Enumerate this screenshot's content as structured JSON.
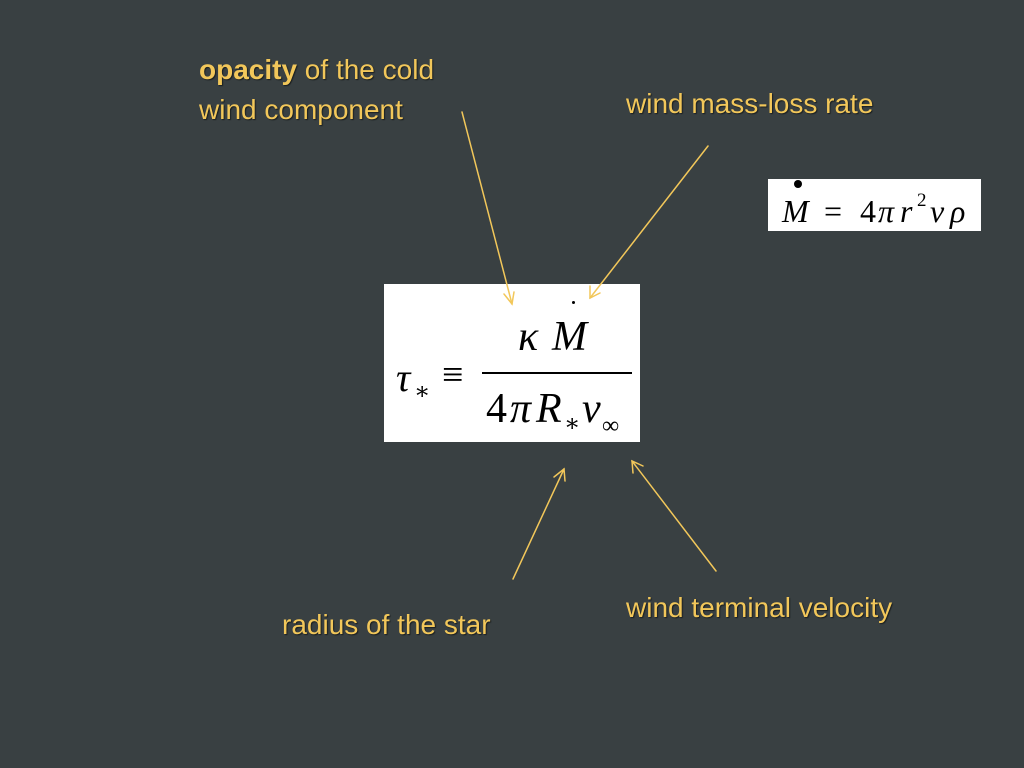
{
  "labels": {
    "opacity_bold": "opacity",
    "opacity_rest": " of the cold",
    "opacity_line2": "wind component",
    "mass_loss": "wind mass-loss rate",
    "radius": "radius of the star",
    "terminal_velocity": "wind terminal velocity"
  },
  "mass_loss_formula": {
    "lhs": "M",
    "equals": "=",
    "coeff": "4",
    "pi": "π",
    "r": "r",
    "exp": "2",
    "v": "v",
    "rho": "ρ"
  },
  "optical_depth_formula": {
    "tau": "τ",
    "star": "∗",
    "equiv": "≡",
    "kappa": "κ",
    "M": "M",
    "coeff": "4",
    "pi": "π",
    "R": "R",
    "v": "v",
    "inf": "∞"
  },
  "colors": {
    "background": "#394042",
    "label": "#f2c75a",
    "arrow": "#f2c75a",
    "formula_bg": "#ffffff"
  }
}
